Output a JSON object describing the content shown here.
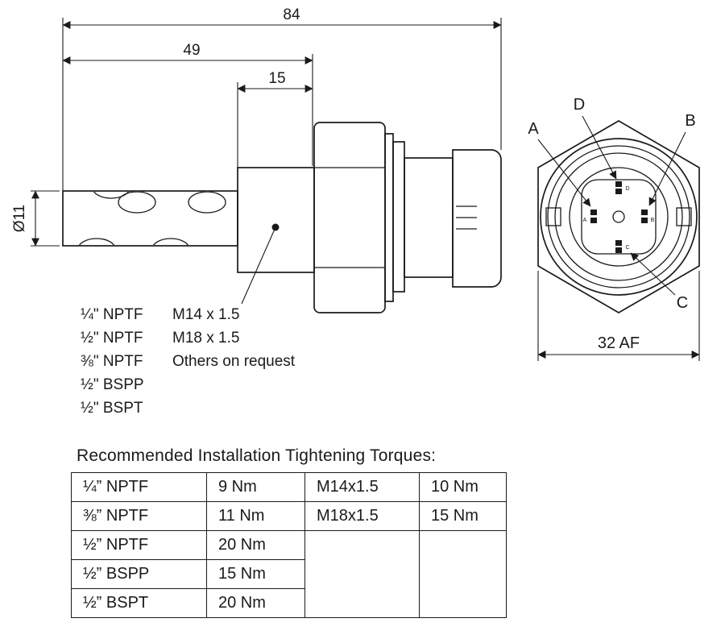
{
  "drawing": {
    "dim_84": "84",
    "dim_49": "49",
    "dim_15": "15",
    "dim_diameter": "Ø11",
    "dim_af": "32 AF",
    "pin_labels": {
      "a": "A",
      "b": "B",
      "c": "C",
      "d": "D"
    }
  },
  "thread_list": {
    "rows": [
      {
        "left": "¼\" NPTF",
        "right": "M14 x 1.5"
      },
      {
        "left": "½\" NPTF",
        "right": "M18 x 1.5"
      },
      {
        "left": "⅜\" NPTF",
        "right": "Others on request"
      },
      {
        "left": "½\" BSPP",
        "right": ""
      },
      {
        "left": "½\" BSPT",
        "right": ""
      }
    ]
  },
  "torque_table": {
    "title": "Recommended Installation Tightening Torques:",
    "rows": [
      [
        "¼” NPTF",
        "9 Nm",
        "M14x1.5",
        "10 Nm"
      ],
      [
        "⅜” NPTF",
        "11 Nm",
        "M18x1.5",
        "15 Nm"
      ],
      [
        "½” NPTF",
        "20 Nm",
        "",
        ""
      ],
      [
        "½” BSPP",
        "15 Nm",
        "",
        ""
      ],
      [
        "½” BSPT",
        "20 Nm",
        "",
        ""
      ]
    ]
  }
}
